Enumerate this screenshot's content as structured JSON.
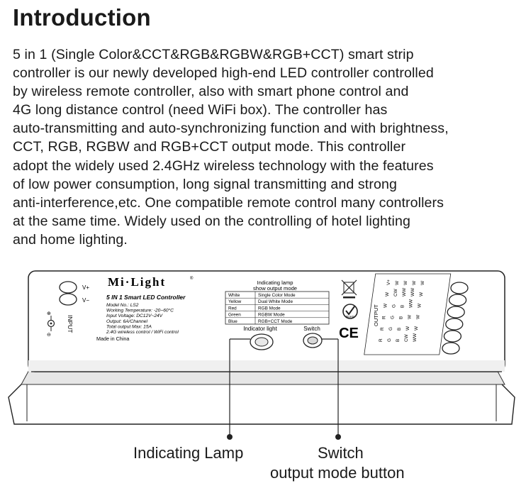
{
  "title": "Introduction",
  "body_lines": [
    "5 in 1 (Single Color&CCT&RGB&RGBW&RGB+CCT) smart strip",
    "controller is our newly developed high-end LED controller controlled",
    "by wireless remote controller, also with smart phone control and",
    "4G long distance control (need WiFi box). The controller has",
    "auto-transmitting and auto-synchronizing function and with brightness,",
    "CCT, RGB, RGBW and RGB+CCT output mode. This controller",
    "adopt the widely used 2.4GHz wireless technology with the features",
    "of low power consumption, long signal transmitting and strong",
    "anti-interference,etc. One compatible remote control many controllers",
    "at the same time. Widely used on the controlling of hotel lighting",
    "and home lighting."
  ],
  "device": {
    "brand": "Mi·Light",
    "product_name": "5 IN 1 Smart LED Controller",
    "specs": [
      "Model No.: LS2",
      "Working Temperature: -20~60°C",
      "Input Voltage: DC12V~24V",
      "Output: 6A/Channel",
      "Total output Max: 15A",
      "2.4G wireless control / WiFi control"
    ],
    "made_in": "Made in China",
    "input_label": "INPUT",
    "v_plus": "V+",
    "v_minus": "V−",
    "lamp_table_title_1": "Indicating lamp",
    "lamp_table_title_2": "show output mode",
    "lamp_table": [
      {
        "color": "White",
        "mode": "Single Color Mode"
      },
      {
        "color": "Yellow",
        "mode": "Dual White Mode"
      },
      {
        "color": "Red",
        "mode": "RGB Mode"
      },
      {
        "color": "Green",
        "mode": "RGBW Mode"
      },
      {
        "color": "Blue",
        "mode": "RGB+CCT Mode"
      }
    ],
    "indicator_light_label": "Indicator light",
    "switch_label": "Switch",
    "output_label": "OUTPUT",
    "output_rows": [
      [
        "V+",
        "W",
        "W",
        "R",
        "R",
        "R"
      ],
      [
        "W",
        "CW",
        "G",
        "G",
        "G",
        "G"
      ],
      [
        "W",
        "WW",
        "B",
        "B",
        "B",
        "B"
      ],
      [
        "W",
        "WW",
        "WW",
        "W",
        "W",
        "CW"
      ],
      [
        "W",
        "W",
        "W",
        "W",
        "W",
        "WW"
      ]
    ],
    "rohs": "RoHS",
    "ce": "CE"
  },
  "callouts": {
    "indicating_lamp": "Indicating Lamp",
    "switch_line1": "Switch",
    "switch_line2": "output mode button"
  }
}
